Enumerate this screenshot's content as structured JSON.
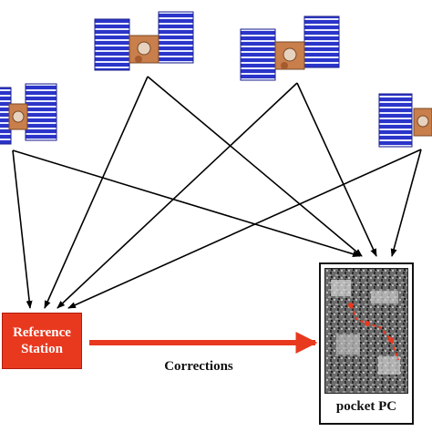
{
  "reference_station": {
    "line1": "Reference",
    "line2": "Station"
  },
  "corrections_label": "Corrections",
  "pocket_pc": {
    "label": "pocket PC"
  },
  "satellites": [
    {
      "id": "left"
    },
    {
      "id": "top-left"
    },
    {
      "id": "top-right"
    },
    {
      "id": "right"
    }
  ],
  "colors": {
    "reference_fill": "#e8391f",
    "correction_arrow": "#e8391f",
    "signal_arrow": "#000000",
    "panel_blue": "#2b35c9",
    "satellite_body": "#c87f4b"
  }
}
